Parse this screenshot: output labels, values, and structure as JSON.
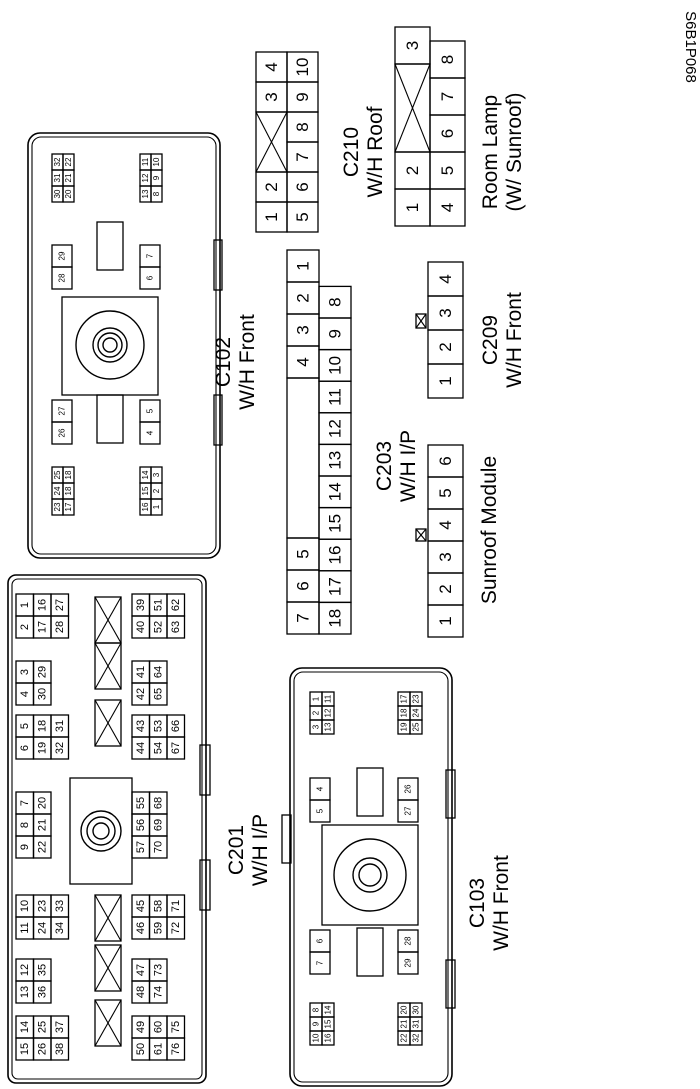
{
  "figure_code": "S6B1P068",
  "connectors": {
    "c201": {
      "name": "C201",
      "harness": "W/H I/P",
      "blocks": [
        {
          "rows": [
            [
              "15",
              "14"
            ],
            [
              "26",
              "25"
            ],
            [
              "38",
              "37"
            ]
          ]
        },
        {
          "rows": [
            [
              "13",
              "12"
            ],
            [
              "36",
              "35"
            ]
          ]
        },
        {
          "rows": [
            [
              "11",
              "10"
            ],
            [
              "24",
              "23"
            ],
            [
              "34",
              "33"
            ]
          ]
        },
        {
          "rows": [
            [
              "9",
              "8",
              "7"
            ],
            [
              "22",
              "21",
              "20"
            ]
          ]
        },
        {
          "rows": [
            [
              "6",
              "5"
            ],
            [
              "19",
              "18"
            ],
            [
              "32",
              "31"
            ]
          ]
        },
        {
          "rows": [
            [
              "4",
              "3"
            ],
            [
              "30",
              "29"
            ]
          ]
        },
        {
          "rows": [
            [
              "2",
              "1"
            ],
            [
              "17",
              "16"
            ],
            [
              "28",
              "27"
            ]
          ]
        },
        {
          "rows": [
            [
              "50",
              "49"
            ],
            [
              "61",
              "60"
            ],
            [
              "76",
              "75"
            ]
          ]
        },
        {
          "rows": [
            [
              "48",
              "47"
            ],
            [
              "74",
              "73"
            ]
          ]
        },
        {
          "rows": [
            [
              "46",
              "45"
            ],
            [
              "59",
              "58"
            ],
            [
              "72",
              "71"
            ]
          ]
        },
        {
          "rows": [
            [
              "57",
              "56",
              "55"
            ],
            [
              "70",
              "69",
              "68"
            ]
          ]
        },
        {
          "rows": [
            [
              "44",
              "43"
            ],
            [
              "54",
              "53"
            ],
            [
              "67",
              "66"
            ]
          ]
        },
        {
          "rows": [
            [
              "42",
              "41"
            ],
            [
              "65",
              "64"
            ]
          ]
        },
        {
          "rows": [
            [
              "40",
              "39"
            ],
            [
              "52",
              "51"
            ],
            [
              "63",
              "62"
            ]
          ]
        }
      ]
    },
    "c102": {
      "name": "C102",
      "harness": "W/H Front",
      "blocks": [
        {
          "rows": [
            [
              "23",
              "24",
              "25"
            ],
            [
              "17",
              "18",
              "18"
            ]
          ]
        },
        {
          "rows": [
            [
              "26",
              "27"
            ]
          ]
        },
        {
          "rows": [
            [
              "28",
              "29"
            ]
          ]
        },
        {
          "rows": [
            [
              "30",
              "31",
              "32"
            ],
            [
              "20",
              "21",
              "22"
            ]
          ]
        },
        {
          "rows": [
            [
              "16",
              "15",
              "14"
            ],
            [
              "1",
              "2",
              "3"
            ]
          ]
        },
        {
          "rows": [
            [
              "4",
              "5"
            ]
          ]
        },
        {
          "rows": [
            [
              "6",
              "7"
            ]
          ]
        },
        {
          "rows": [
            [
              "13",
              "12",
              "11"
            ],
            [
              "8",
              "9",
              "10"
            ]
          ]
        }
      ]
    },
    "c103": {
      "name": "C103",
      "harness": "W/H Front",
      "blocks": [
        {
          "rows": [
            [
              "3",
              "2",
              "1"
            ],
            [
              "13",
              "12",
              "11"
            ]
          ]
        },
        {
          "rows": [
            [
              "5",
              "4"
            ]
          ]
        },
        {
          "rows": [
            [
              "7",
              "6"
            ]
          ]
        },
        {
          "rows": [
            [
              "10",
              "9",
              "8"
            ],
            [
              "16",
              "15",
              "14"
            ]
          ]
        },
        {
          "rows": [
            [
              "19",
              "18",
              "17"
            ],
            [
              "25",
              "24",
              "23"
            ]
          ]
        },
        {
          "rows": [
            [
              "27",
              "26"
            ]
          ]
        },
        {
          "rows": [
            [
              "29",
              "28"
            ]
          ]
        },
        {
          "rows": [
            [
              "22",
              "21",
              "20"
            ],
            [
              "32",
              "31",
              "30"
            ]
          ]
        }
      ]
    },
    "c203": {
      "name": "C203",
      "harness": "W/H I/P",
      "top_row": [
        "7",
        "6",
        "5",
        "",
        "",
        "",
        "4",
        "3",
        "2",
        "1"
      ],
      "bottom_row": [
        "18",
        "17",
        "16",
        "15",
        "14",
        "13",
        "12",
        "11",
        "10",
        "9",
        "8"
      ]
    },
    "sunroof": {
      "name": "Sunroof Module",
      "pins": [
        "1",
        "2",
        "3",
        "4",
        "5",
        "6"
      ]
    },
    "c209": {
      "name": "C209",
      "harness": "W/H Front",
      "pins": [
        "1",
        "2",
        "3",
        "4"
      ]
    },
    "c210": {
      "name": "C210",
      "harness": "W/H Roof",
      "top_row": [
        "1",
        "2",
        "",
        "3",
        "4"
      ],
      "bottom_row": [
        "5",
        "6",
        "7",
        "8",
        "9",
        "10"
      ]
    },
    "room_lamp": {
      "name": "Room Lamp",
      "note": "(W/ Sunroof)",
      "top_row": [
        "1",
        "2",
        "",
        "3"
      ],
      "bottom_row": [
        "4",
        "5",
        "6",
        "7",
        "8"
      ]
    }
  }
}
